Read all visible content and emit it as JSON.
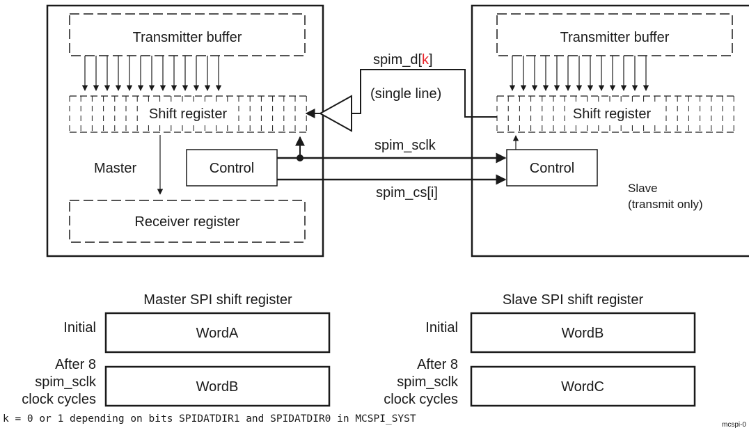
{
  "colors": {
    "ink": "#1a1a1a",
    "accent": "#e8242a",
    "paper": "#ffffff"
  },
  "master": {
    "transmitter_buffer": "Transmitter buffer",
    "shift_register": "Shift register",
    "label": "Master",
    "control": "Control",
    "receiver_register": "Receiver register"
  },
  "slave": {
    "transmitter_buffer": "Transmitter buffer",
    "shift_register": "Shift register",
    "control": "Control",
    "label_line1": "Slave",
    "label_line2": "(transmit only)"
  },
  "signals": {
    "data_prefix": "spim_d[",
    "data_index": "k",
    "data_suffix": "]",
    "data_note": "(single line)",
    "clock": "spim_sclk",
    "chip_select": "spim_cs[i]"
  },
  "table": {
    "master_title": "Master SPI shift register",
    "slave_title": "Slave SPI shift register",
    "row_initial": "Initial",
    "row_after_line1": "After 8",
    "row_after_line2": "spim_sclk",
    "row_after_line3": "clock cycles",
    "master_initial": "WordA",
    "master_after": "WordB",
    "slave_initial": "WordB",
    "slave_after": "WordC"
  },
  "footnote": "k = 0 or 1 depending on bits SPIDATDIR1 and SPIDATDIR0 in MCSPI_SYST",
  "figure_id": "mcspi-0"
}
